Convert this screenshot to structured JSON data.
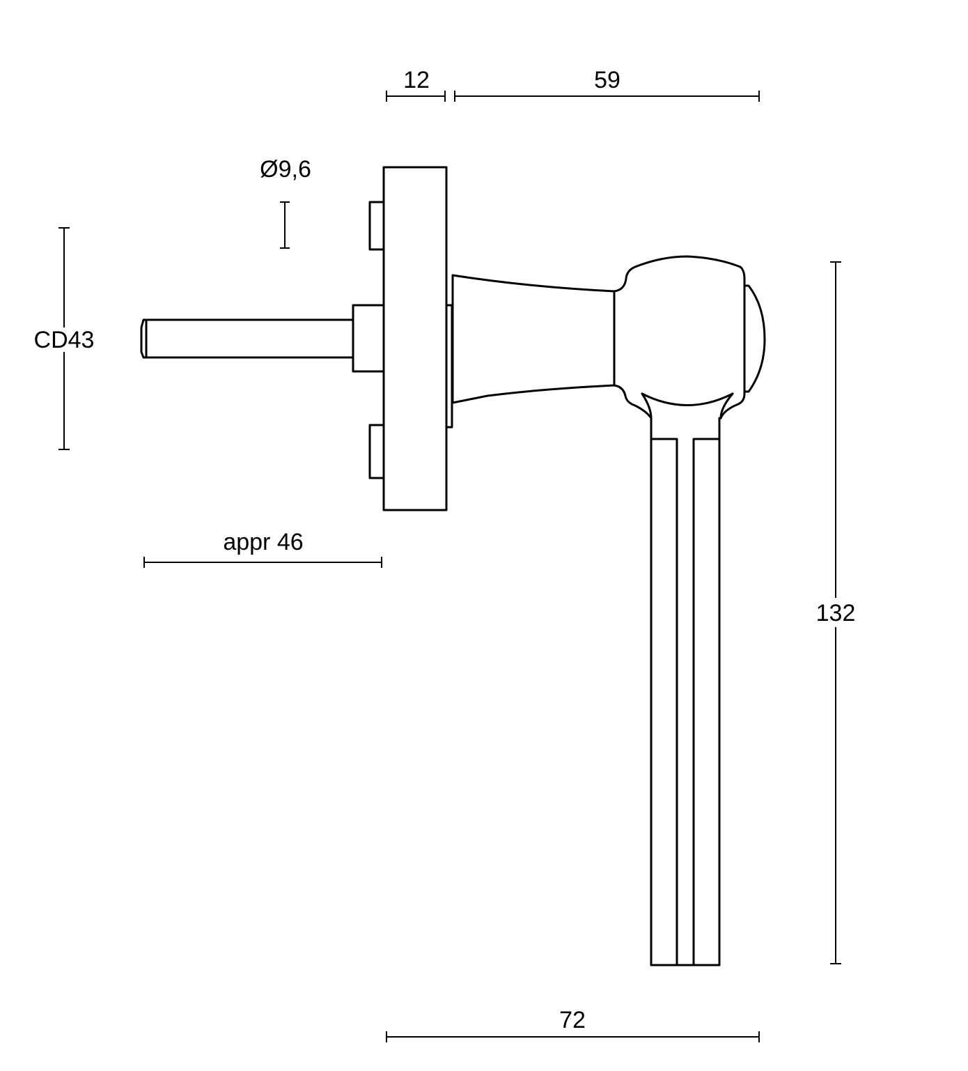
{
  "drawing": {
    "dimensions": {
      "rose_thickness": "12",
      "handle_projection": "59",
      "spindle_diameter": "Ø9,6",
      "center_distance": "CD43",
      "spindle_length": "appr 46",
      "lever_length": "132",
      "total_projection": "72"
    }
  }
}
